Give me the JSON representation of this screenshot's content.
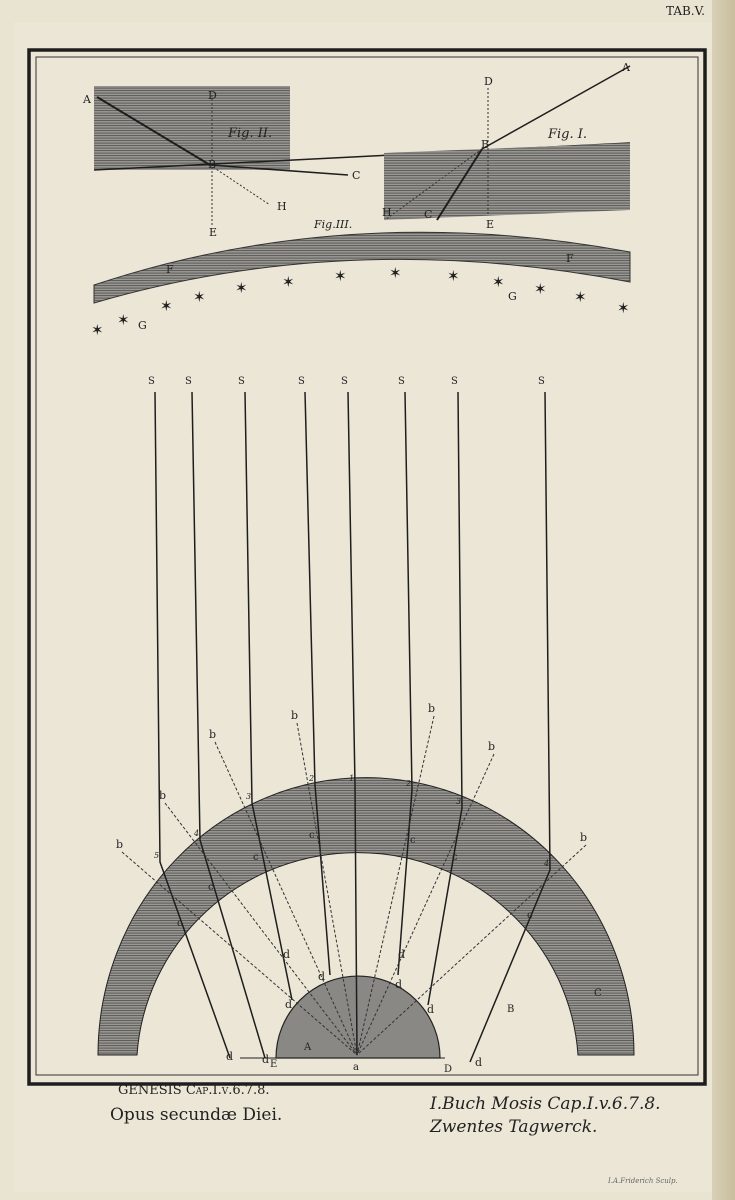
{
  "plate_number": "TAB.V.",
  "figures": {
    "fig1": "Fig. I.",
    "fig2": "Fig. II.",
    "fig3": "Fig.III."
  },
  "fig1_labels": [
    "A",
    "D",
    "B",
    "E",
    "C",
    "H"
  ],
  "fig2_labels": [
    "A",
    "D",
    "B",
    "C",
    "H",
    "E"
  ],
  "fig3_labels": [
    "F",
    "F",
    "G",
    "G"
  ],
  "ray_labels": {
    "s": [
      "S",
      "S",
      "S",
      "S",
      "S",
      "S",
      "S",
      "S"
    ],
    "b": [
      "b",
      "b",
      "b",
      "b",
      "b",
      "b",
      "b"
    ],
    "numbers": [
      "5",
      "4",
      "3",
      "2",
      "1",
      "2",
      "3",
      "4"
    ],
    "c": [
      "c",
      "c",
      "c",
      "c",
      "c",
      "c",
      "c"
    ],
    "d": [
      "d",
      "d",
      "d",
      "d",
      "d",
      "d",
      "d",
      "d",
      "d"
    ],
    "points": [
      "A",
      "E",
      "a",
      "D",
      "B",
      "C"
    ]
  },
  "caption_latin": {
    "line1": "GENESIS Cap.I.v.6.7.8.",
    "line2": "Opus secundæ Diei."
  },
  "caption_german": {
    "line1": "I.Buch Mosis Cap.I.v.6.7.8.",
    "line2": "Zwentes Tagwerck."
  },
  "engraver": "I.A.Friderich Sculp.",
  "colors": {
    "paper": "#ebe6d6",
    "ink": "#1e1e1e",
    "hatch": "#6b6b68"
  }
}
